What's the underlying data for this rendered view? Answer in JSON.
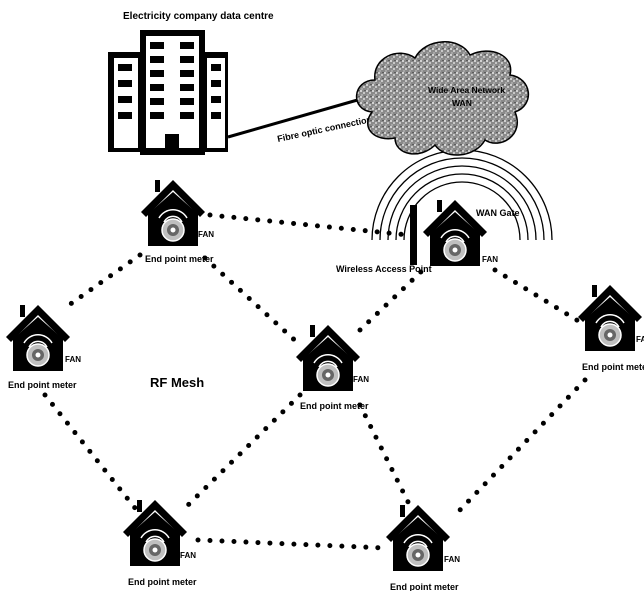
{
  "data_centre": {
    "label": "Electricity company data centre"
  },
  "cloud": {
    "label_line1": "Wide Area Network",
    "label_line2": "WAN"
  },
  "fibre_link": {
    "label": "Fibre optic connection"
  },
  "access_point": {
    "label": "Wireless Access Point",
    "gate_label": "WAN Gate",
    "tag": "FAN"
  },
  "mesh": {
    "label": "RF Mesh"
  },
  "nodes": [
    {
      "id": "top-left",
      "caption": "End point meter",
      "tag": "FAN"
    },
    {
      "id": "far-left",
      "caption": "End point meter",
      "tag": "FAN"
    },
    {
      "id": "center",
      "caption": "End point meter",
      "tag": "FAN"
    },
    {
      "id": "far-right",
      "caption": "End point meter",
      "tag": "FAN"
    },
    {
      "id": "bottom-left",
      "caption": "End point meter",
      "tag": "FAN"
    },
    {
      "id": "bottom-right",
      "caption": "End point meter",
      "tag": "FAN"
    }
  ]
}
